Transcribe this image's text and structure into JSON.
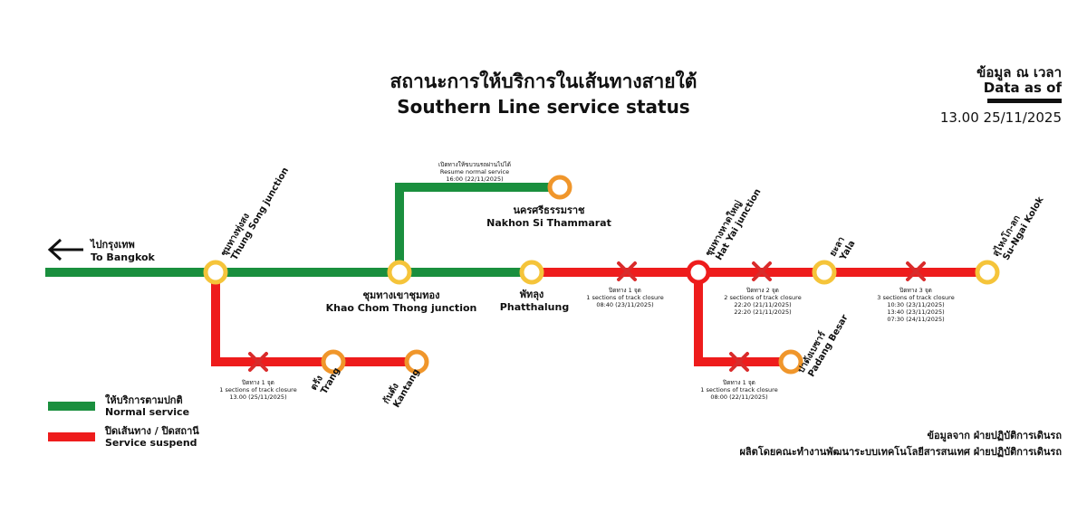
{
  "title": {
    "th": "สถานะการให้บริการในเส้นทางสายใต้",
    "en": "Southern Line service status"
  },
  "as_of": {
    "th": "ข้อมูล ณ เวลา",
    "en": "Data as of",
    "time": "13.00 25/11/2025"
  },
  "direction": {
    "th": "ไปกรุงเทพ",
    "en": "To Bangkok"
  },
  "colors": {
    "normal": "#1a8f3e",
    "suspend": "#ee1c1c",
    "station_yellow": "#f5c43a",
    "station_orange": "#f0962b",
    "closure": "#d92b2b"
  },
  "stations": {
    "thung_song": {
      "th": "ชุมทางทุ่งสง",
      "en": "Thung Song junction"
    },
    "khao_chum_thong": {
      "th": "ชุมทางเขาชุมทอง",
      "en": "Khao Chom Thong junction"
    },
    "nakhon_si": {
      "th": "นครศรีธรรมราช",
      "en": "Nakhon Si Thammarat"
    },
    "phatthalung": {
      "th": "พัทลุง",
      "en": "Phatthalung"
    },
    "hat_yai": {
      "th": "ชุมทางหาดใหญ่",
      "en": "Hat Yai junction"
    },
    "yala": {
      "th": "ยะลา",
      "en": "Yala"
    },
    "su_ngai_kolok": {
      "th": "สุไหงโก-ลก",
      "en": "Su-Ngai Kolok"
    },
    "trang": {
      "th": "ตรัง",
      "en": "Trang"
    },
    "kantang": {
      "th": "กันตัง",
      "en": "Kantang"
    },
    "padang_besar": {
      "th": "ปาดังเบซาร์",
      "en": "Padang Besar"
    }
  },
  "notes": {
    "nakhon_resume": {
      "th": "เปิดทางให้ขบวนรถผ่านไปได้",
      "en": "Resume normal service",
      "time": "16:00 (22/11/2025)"
    },
    "phatthalung_hatyai": {
      "th": "ปิดทาง 1 จุด",
      "en": "1 sections of track closure",
      "times": [
        "08:40 (23/11/2025)"
      ]
    },
    "hatyai_yala": {
      "th": "ปิดทาง 2 จุด",
      "en": "2 sections of track closure",
      "times": [
        "22:20 (21/11/2025)",
        "22:20 (21/11/2025)"
      ]
    },
    "yala_kolok": {
      "th": "ปิดทาง 3 จุด",
      "en": "3 sections of track closure",
      "times": [
        "10:30 (23/11/2025)",
        "13:40 (23/11/2025)",
        "07:30 (24/11/2025)"
      ]
    },
    "thungsong_trang": {
      "th": "ปิดทาง 1 จุด",
      "en": "1 sections of track closure",
      "times": [
        "13.00 (25/11/2025)"
      ]
    },
    "hatyai_padang": {
      "th": "ปิดทาง 1 จุด",
      "en": "1 sections of track closure",
      "times": [
        "08:00 (22/11/2025)"
      ]
    }
  },
  "legend": {
    "normal": {
      "th": "ให้บริการตามปกติ",
      "en": "Normal service"
    },
    "suspend": {
      "th": "ปิดเส้นทาง / ปิดสถานี",
      "en": "Service suspend"
    }
  },
  "source": {
    "line1": "ข้อมูลจาก ฝ่ายปฏิบัติการเดินรถ",
    "line2": "ผลิตโดยคณะทำงานพัฒนาระบบเทคโนโลยีสารสนเทศ ฝ่ายปฏิบัติการเดินรถ"
  }
}
